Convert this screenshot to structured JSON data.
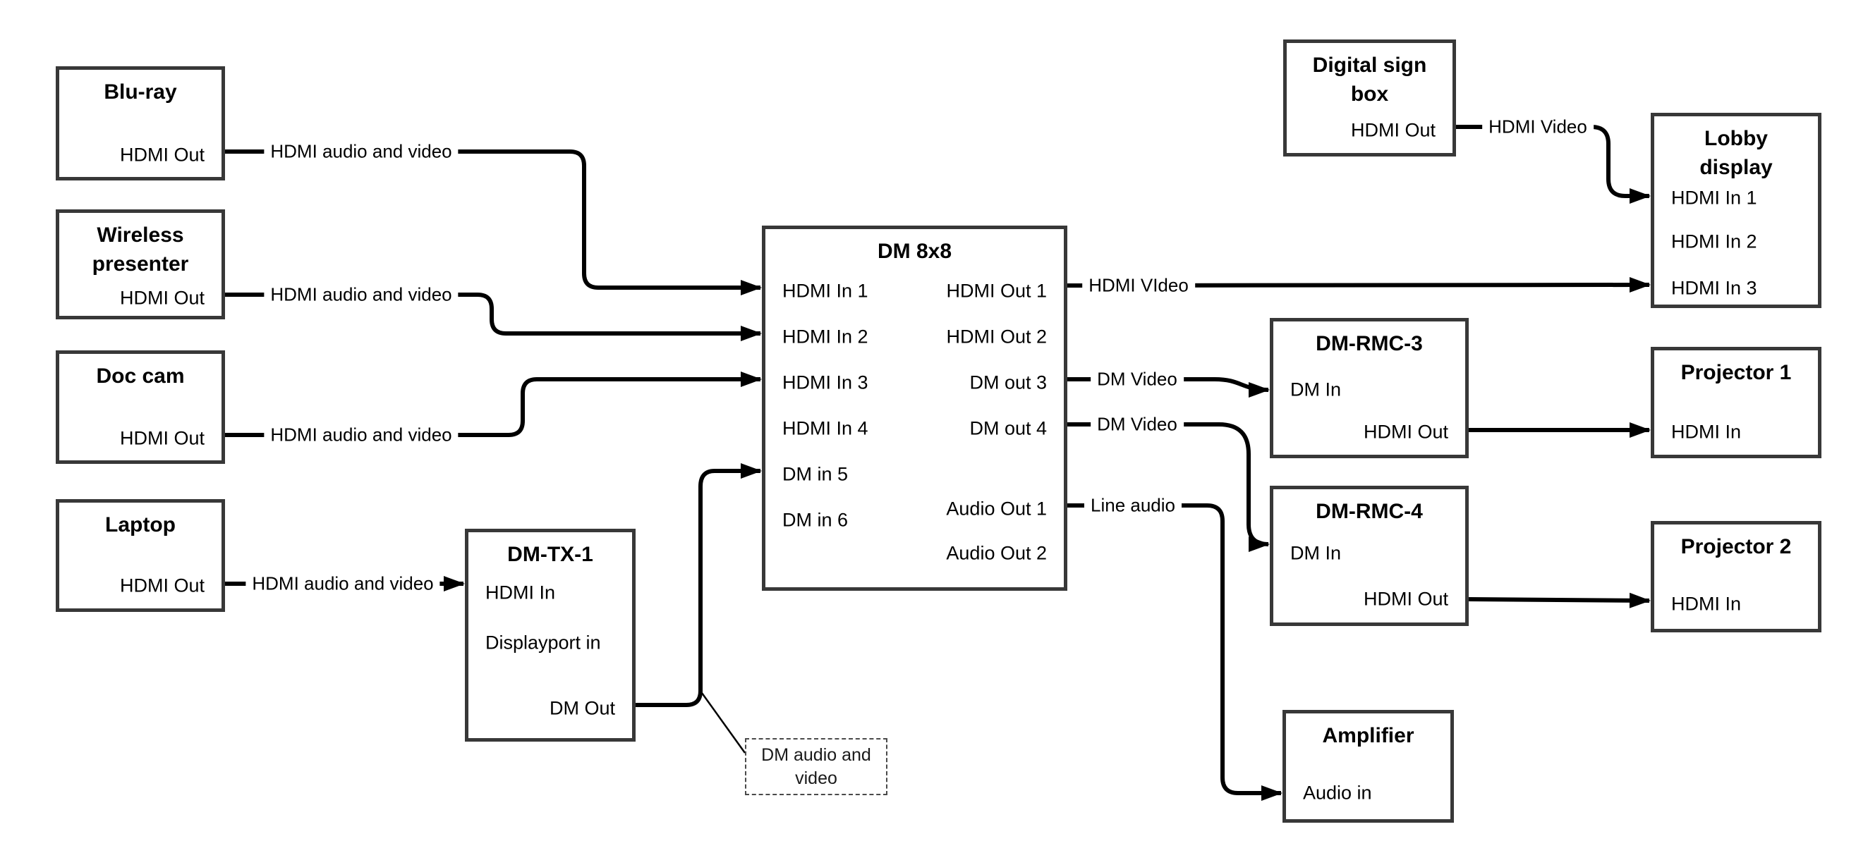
{
  "colors": {
    "connector": "#000000",
    "box_border": "#383838",
    "background": "#ffffff"
  },
  "nodes": {
    "bluray": {
      "title": "Blu-ray",
      "ports": {
        "hdmi_out": "HDMI Out"
      }
    },
    "wireless": {
      "title": "Wireless\npresenter",
      "ports": {
        "hdmi_out": "HDMI Out"
      }
    },
    "doccam": {
      "title": "Doc cam",
      "ports": {
        "hdmi_out": "HDMI Out"
      }
    },
    "laptop": {
      "title": "Laptop",
      "ports": {
        "hdmi_out": "HDMI Out"
      }
    },
    "dmtx1": {
      "title": "DM-TX-1",
      "ports": {
        "hdmi_in": "HDMI In",
        "displayport_in": "Displayport in",
        "dm_out": "DM Out"
      }
    },
    "dm8x8": {
      "title": "DM 8x8",
      "ports": {
        "hdmi_in_1": "HDMI In 1",
        "hdmi_in_2": "HDMI In 2",
        "hdmi_in_3": "HDMI In 3",
        "hdmi_in_4": "HDMI In 4",
        "dm_in_5": "DM in 5",
        "dm_in_6": "DM in 6",
        "hdmi_out_1": "HDMI Out 1",
        "hdmi_out_2": "HDMI Out 2",
        "dm_out_3": "DM out 3",
        "dm_out_4": "DM out 4",
        "audio_out_1": "Audio Out 1",
        "audio_out_2": "Audio Out 2"
      }
    },
    "digitalsign": {
      "title": "Digital sign\nbox",
      "ports": {
        "hdmi_out": "HDMI Out"
      }
    },
    "lobby": {
      "title": "Lobby\ndisplay",
      "ports": {
        "hdmi_in_1": "HDMI In 1",
        "hdmi_in_2": "HDMI In 2",
        "hdmi_in_3": "HDMI In 3"
      }
    },
    "dmrmc3": {
      "title": "DM-RMC-3",
      "ports": {
        "dm_in": "DM In",
        "hdmi_out": "HDMI Out"
      }
    },
    "proj1": {
      "title": "Projector 1",
      "ports": {
        "hdmi_in": "HDMI In"
      }
    },
    "dmrmc4": {
      "title": "DM-RMC-4",
      "ports": {
        "dm_in": "DM In",
        "hdmi_out": "HDMI Out"
      }
    },
    "proj2": {
      "title": "Projector 2",
      "ports": {
        "hdmi_in": "HDMI In"
      }
    },
    "amplifier": {
      "title": "Amplifier",
      "ports": {
        "audio_in": "Audio in"
      }
    }
  },
  "edge_labels": {
    "bluray_dm8x8": "HDMI audio and video",
    "wireless_dm8x8": "HDMI audio and video",
    "doccam_dm8x8": "HDMI audio and video",
    "laptop_dmtx1": "HDMI audio and video",
    "dm8x8_lobby": "HDMI VIdeo",
    "dm8x8_dmrmc3": "DM Video",
    "dm8x8_dmrmc4": "DM Video",
    "dm8x8_amplifier": "Line audio",
    "digitalsign_lobby": "HDMI Video"
  },
  "note": {
    "text": "DM audio and\nvideo"
  }
}
